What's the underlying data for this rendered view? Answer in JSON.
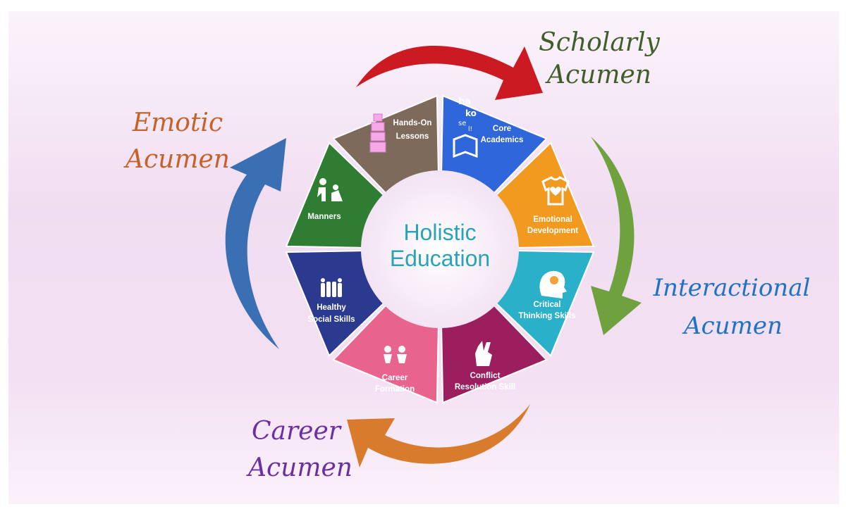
{
  "diagram": {
    "center": {
      "line1": "Holistic",
      "line2": "Education"
    },
    "segments": [
      {
        "id": "hands_on",
        "lines": [
          "Hands-On",
          "Lessons"
        ],
        "color": "#2f66d9",
        "icon": "stacked-blocks-icon"
      },
      {
        "id": "core_academics",
        "lines": [
          "Core",
          "Academics"
        ],
        "color": "#f29a1f",
        "icon": "open-book-letters-icon"
      },
      {
        "id": "emotional",
        "lines": [
          "Emotional",
          "Development"
        ],
        "color": "#2bb0c9",
        "icon": "tshirt-heart-icon"
      },
      {
        "id": "critical",
        "lines": [
          "Critical",
          "Thinking Skills"
        ],
        "color": "#9b1f5e",
        "icon": "head-brain-icon"
      },
      {
        "id": "conflict",
        "lines": [
          "Conflict",
          "Resolution Skill"
        ],
        "color": "#e8648f",
        "icon": "peace-hand-icon"
      },
      {
        "id": "career",
        "lines": [
          "Career",
          "Formation"
        ],
        "color": "#2b3a8e",
        "icon": "two-kids-icon"
      },
      {
        "id": "social",
        "lines": [
          "Healthy",
          "Social Skills"
        ],
        "color": "#2e7d32",
        "icon": "group-people-icon"
      },
      {
        "id": "manners",
        "lines": [
          "Manners"
        ],
        "color": "#7d6a5b",
        "icon": "bowing-people-icon"
      }
    ],
    "acumens": [
      {
        "id": "scholarly",
        "lines": [
          "Scholarly",
          "Acumen"
        ],
        "color": "#3f5e2a"
      },
      {
        "id": "interactional",
        "lines": [
          "Interactional",
          "Acumen"
        ],
        "color": "#1f73c2"
      },
      {
        "id": "career",
        "lines": [
          "Career",
          "Acumen"
        ],
        "color": "#6a2fa0"
      },
      {
        "id": "emotic",
        "lines": [
          "Emotic",
          "Acumen"
        ],
        "color": "#c4622a"
      }
    ],
    "arrows": [
      {
        "id": "top",
        "color": "#cc1a22"
      },
      {
        "id": "right",
        "color": "#6fa23f"
      },
      {
        "id": "bottom",
        "color": "#d97b2c"
      },
      {
        "id": "left",
        "color": "#3a6fb3"
      }
    ]
  }
}
